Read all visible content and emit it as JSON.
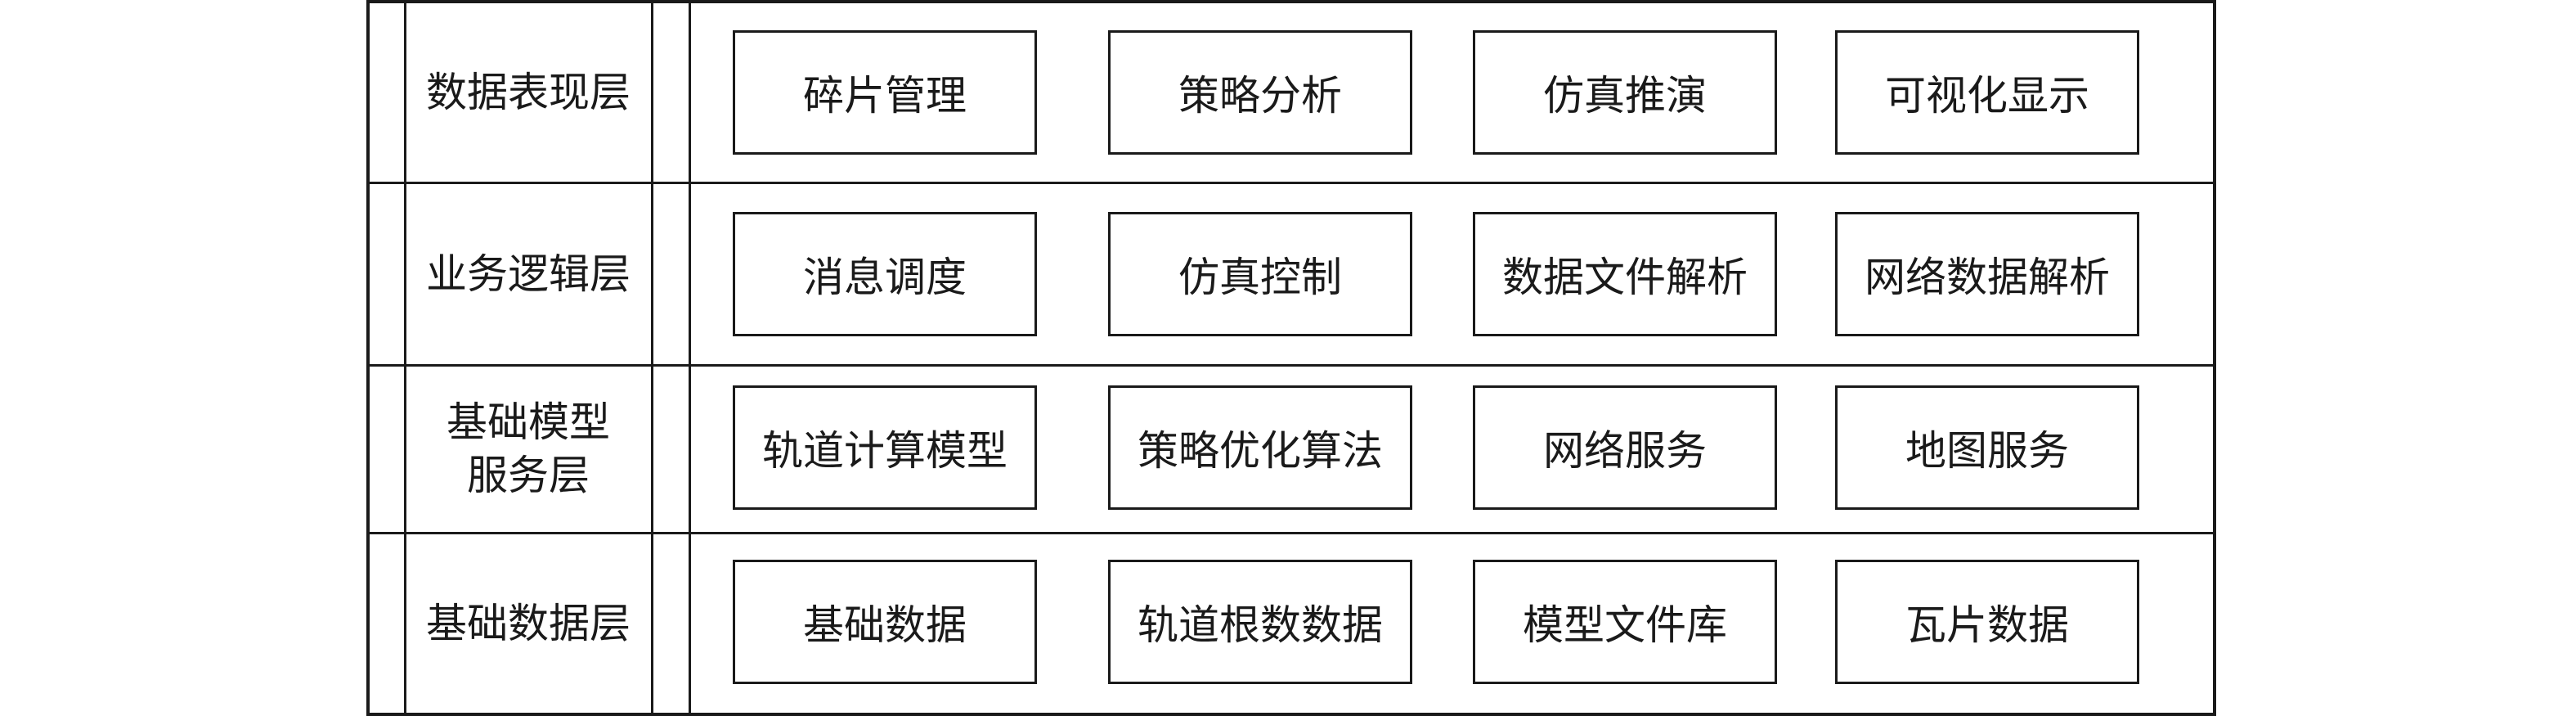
{
  "layers": [
    {
      "label": "数据表现层",
      "modules": [
        "碎片管理",
        "策略分析",
        "仿真推演",
        "可视化显示"
      ]
    },
    {
      "label": "业务逻辑层",
      "modules": [
        "消息调度",
        "仿真控制",
        "数据文件解析",
        "网络数据解析"
      ]
    },
    {
      "label": "基础模型\n服务层",
      "modules": [
        "轨道计算模型",
        "策略优化算法",
        "网络服务",
        "地图服务"
      ]
    },
    {
      "label": "基础数据层",
      "modules": [
        "基础数据",
        "轨道根数数据",
        "模型文件库",
        "瓦片数据"
      ]
    }
  ]
}
